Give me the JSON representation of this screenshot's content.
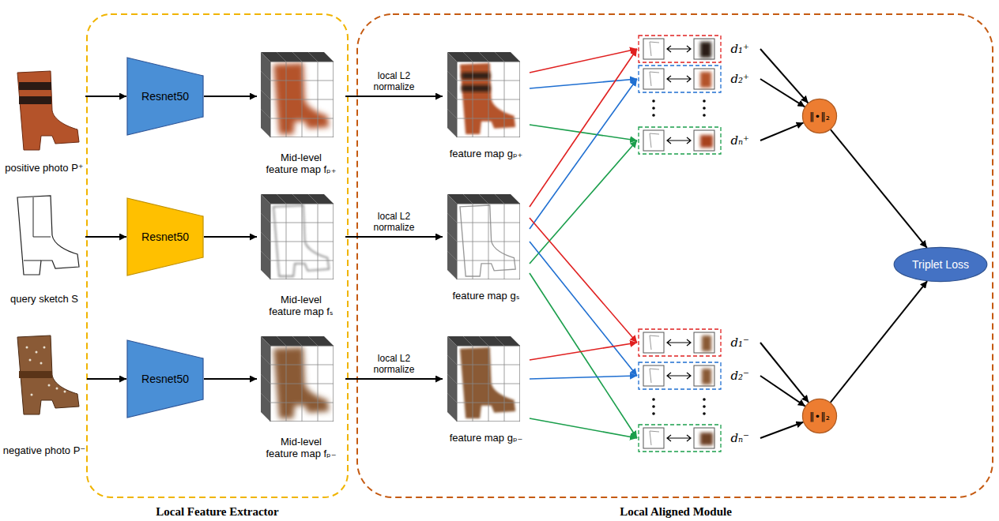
{
  "diagram": {
    "nodes": [
      {
        "text": [
          "positive photo P⁺"
        ]
      },
      {
        "text": [
          "query sketch S"
        ]
      },
      {
        "text": [
          "negative photo P⁻"
        ]
      },
      {
        "text": [
          "Local Feature Extractor"
        ]
      },
      {
        "text": [
          "Resnet50"
        ],
        "in": 3
      },
      {
        "text": [
          "Resnet50"
        ],
        "in": 3
      },
      {
        "text": [
          "Resnet50"
        ],
        "in": 3
      },
      {
        "text": [
          "Mid-level feature map fₚ₊"
        ],
        "in": 3
      },
      {
        "text": [
          "Mid-level feature map fₛ"
        ],
        "in": 3
      },
      {
        "text": [
          "Mid-level feature map fₚ₋"
        ],
        "in": 3
      },
      {
        "text": [
          "Local Aligned Module"
        ]
      },
      {
        "text": [
          "feature map gₚ₊"
        ],
        "in": 10
      },
      {
        "text": [
          "feature map gₛ"
        ],
        "in": 10
      },
      {
        "text": [
          "feature map gₚ₋"
        ],
        "in": 10
      },
      {
        "text": [
          "d₁⁺"
        ],
        "in": 10
      },
      {
        "text": [
          "d₂⁺"
        ],
        "in": 10
      },
      {
        "text": [
          "dₙ⁺"
        ],
        "in": 10
      },
      {
        "text": [
          "d₁⁻"
        ],
        "in": 10
      },
      {
        "text": [
          "d₂⁻"
        ],
        "in": 10
      },
      {
        "text": [
          "dₙ⁻"
        ],
        "in": 10
      },
      {
        "text": [
          "‖•‖₂"
        ],
        "in": 10
      },
      {
        "text": [
          "‖•‖₂"
        ],
        "in": 10
      },
      {
        "text": [
          "Triplet Loss"
        ],
        "in": 10
      }
    ],
    "edges": [
      {
        "from": 0,
        "to": 4,
        "arrow": "to"
      },
      {
        "from": 1,
        "to": 5,
        "arrow": "to"
      },
      {
        "from": 2,
        "to": 6,
        "arrow": "to"
      },
      {
        "from": 4,
        "to": 7,
        "arrow": "to"
      },
      {
        "from": 5,
        "to": 8,
        "arrow": "to"
      },
      {
        "from": 6,
        "to": 9,
        "arrow": "to"
      },
      {
        "from": 7,
        "to": 11,
        "label": "local L2 normalize",
        "arrow": "to"
      },
      {
        "from": 8,
        "to": 12,
        "label": "local L2 normalize",
        "arrow": "to"
      },
      {
        "from": 9,
        "to": 13,
        "label": "local L2 normalize",
        "arrow": "to"
      },
      {
        "from": 11,
        "to": 14,
        "arrow": "to"
      },
      {
        "from": 11,
        "to": 15,
        "arrow": "to"
      },
      {
        "from": 11,
        "to": 16,
        "arrow": "to"
      },
      {
        "from": 12,
        "to": 14,
        "arrow": "to"
      },
      {
        "from": 12,
        "to": 15,
        "arrow": "to"
      },
      {
        "from": 12,
        "to": 16,
        "arrow": "to"
      },
      {
        "from": 12,
        "to": 17,
        "arrow": "to"
      },
      {
        "from": 12,
        "to": 18,
        "arrow": "to"
      },
      {
        "from": 12,
        "to": 19,
        "arrow": "to"
      },
      {
        "from": 13,
        "to": 17,
        "arrow": "to"
      },
      {
        "from": 13,
        "to": 18,
        "arrow": "to"
      },
      {
        "from": 13,
        "to": 19,
        "arrow": "to"
      },
      {
        "from": 14,
        "to": 20,
        "arrow": "to"
      },
      {
        "from": 15,
        "to": 20,
        "arrow": "to"
      },
      {
        "from": 16,
        "to": 20,
        "arrow": "to"
      },
      {
        "from": 17,
        "to": 21,
        "arrow": "to"
      },
      {
        "from": 18,
        "to": 21,
        "arrow": "to"
      },
      {
        "from": 19,
        "to": 21,
        "arrow": "to"
      },
      {
        "from": 20,
        "to": 22,
        "arrow": "to"
      },
      {
        "from": 21,
        "to": 22,
        "arrow": "to"
      }
    ]
  }
}
